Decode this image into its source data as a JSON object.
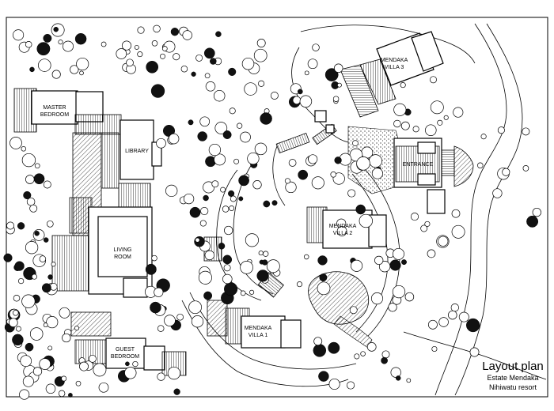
{
  "title": {
    "main": "Layout plan",
    "line2": "Estate Mendaka",
    "line3": "Nihiwatu resort"
  },
  "labels": {
    "master_bedroom": [
      "MASTER",
      "BEDROOM"
    ],
    "library": "LIBRARY",
    "living_room": [
      "LIVING",
      "ROOM"
    ],
    "guest_bedroom": [
      "GUEST",
      "BEDROOM"
    ],
    "villa3": [
      "MENDAKA",
      "VILLA 3"
    ],
    "villa2": [
      "MENDAKA",
      "VILLA 2"
    ],
    "villa1": [
      "MENDAKA",
      "VILLA 1"
    ],
    "entrance": "ENTRANCE"
  }
}
